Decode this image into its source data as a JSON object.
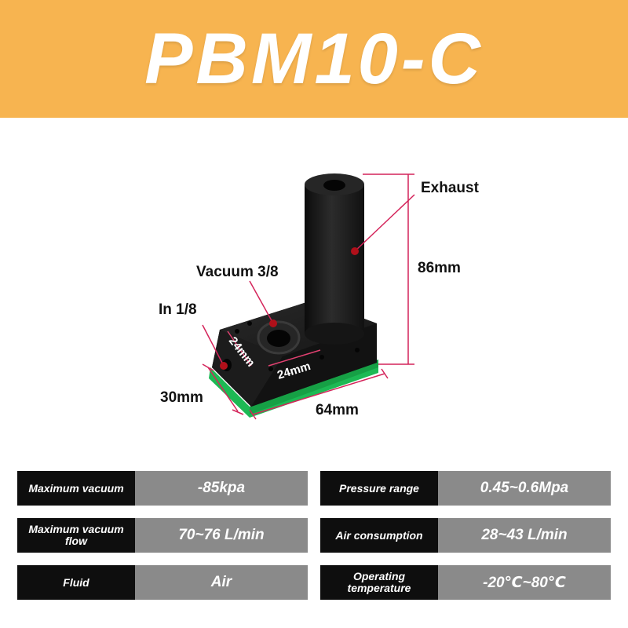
{
  "header": {
    "title": "PBM10-C",
    "background": "#f7b450"
  },
  "diagram": {
    "callouts": {
      "exhaust": "Exhaust",
      "vacuum_port": "Vacuum 3/8",
      "inlet_port": "In 1/8"
    },
    "dimensions": {
      "height": "86mm",
      "width": "30mm",
      "length": "64mm",
      "port_spacing_a": "24mm",
      "port_spacing_b": "24mm"
    },
    "colors": {
      "body": "#1c1c1c",
      "base": "#1db954",
      "dim_lines": "#d4245a",
      "markers": "#b0101a"
    }
  },
  "specs": {
    "rows": [
      {
        "left": {
          "label": "Maximum vacuum",
          "value": "-85kpa"
        },
        "right": {
          "label": "Pressure range",
          "value": "0.45~0.6Mpa"
        }
      },
      {
        "left": {
          "label": "Maximum vacuum flow",
          "value": "70~76 L/min"
        },
        "right": {
          "label": "Air consumption",
          "value": "28~43 L/min"
        }
      },
      {
        "left": {
          "label": "Fluid",
          "value": "Air"
        },
        "right": {
          "label": "Operating temperature",
          "value": "-20℃~80℃"
        }
      }
    ],
    "colors": {
      "label_bg": "#0e0e0e",
      "value_bg": "#8a8a8a"
    }
  }
}
